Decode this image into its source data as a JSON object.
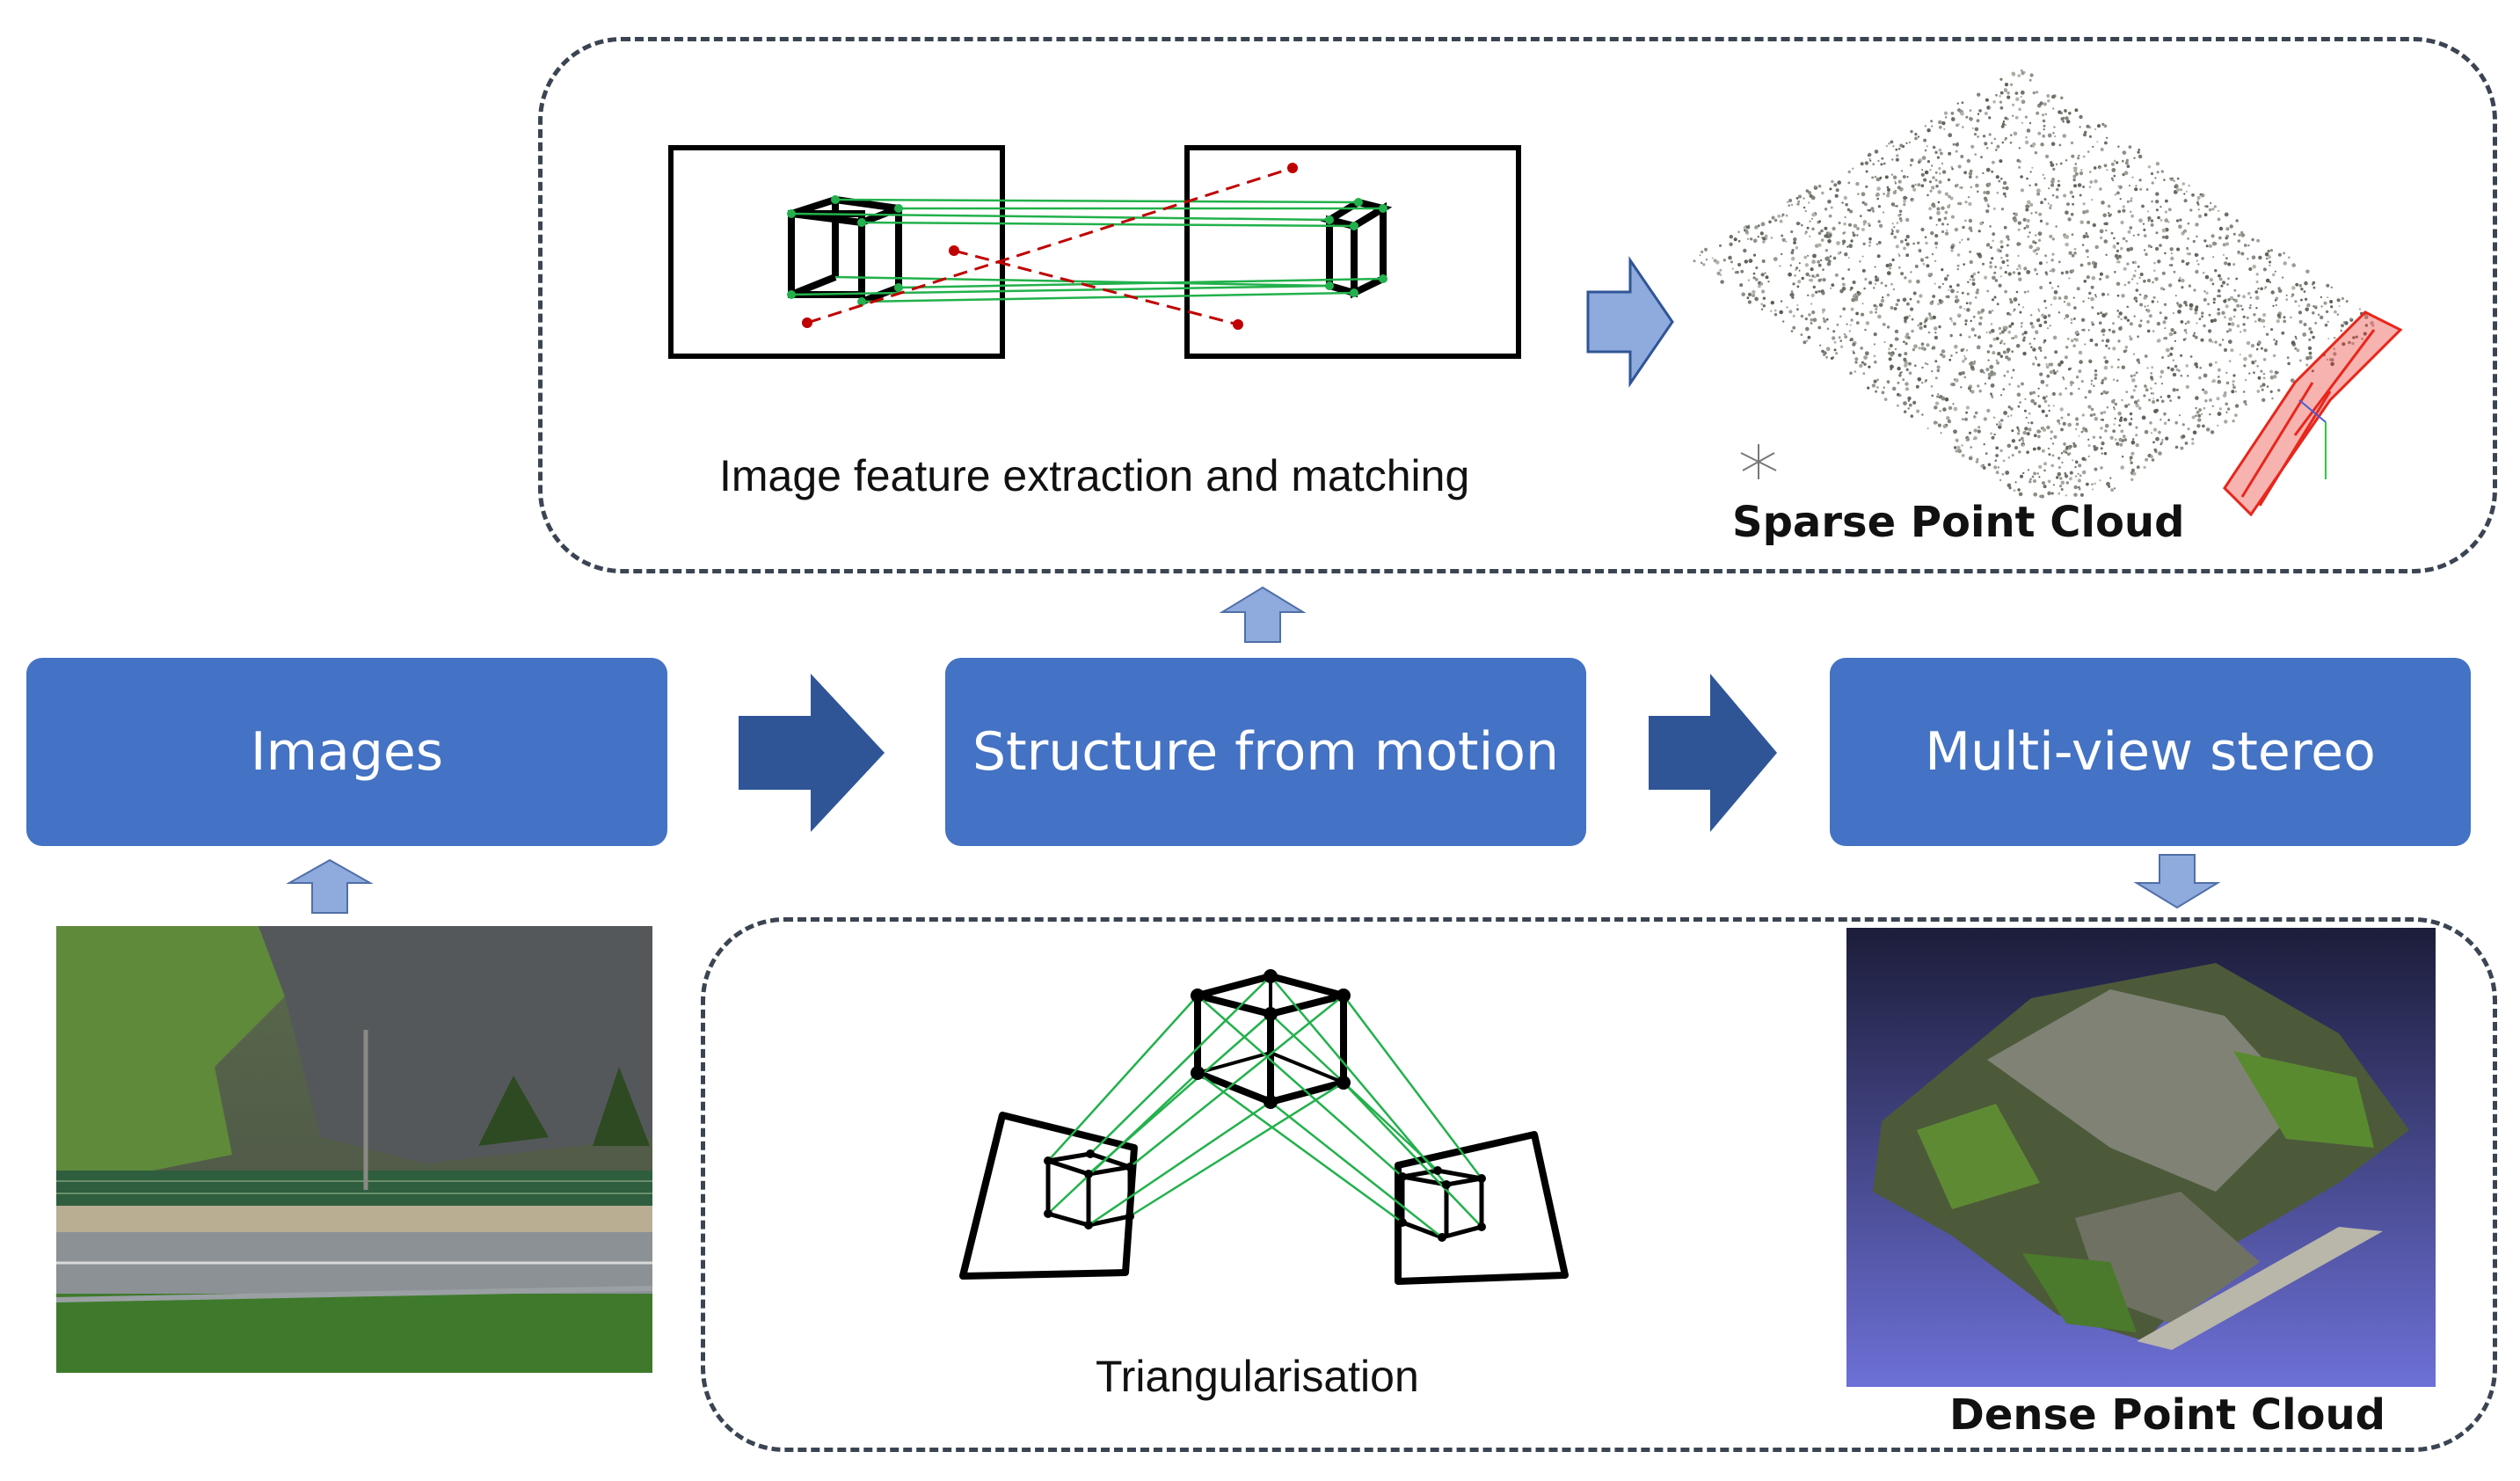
{
  "pipeline": {
    "stages": [
      {
        "label": "Images"
      },
      {
        "label": "Structure from motion"
      },
      {
        "label": "Multi-view stereo"
      }
    ]
  },
  "sfm_details": {
    "feature_caption": "Image feature extraction and matching",
    "triangulation_caption": "Triangularisation",
    "sparse_caption": "Sparse Point Cloud"
  },
  "mvs_details": {
    "dense_caption": "Dense Point Cloud"
  },
  "colors": {
    "stage_box": "#4472c4",
    "dark_arrow": "#2f5597",
    "light_arrow": "#8faadc",
    "match_line": "#22b14c",
    "outlier_line": "#c00000",
    "dashed_border": "#3b4452",
    "camera_frustum": "#e8261c"
  }
}
